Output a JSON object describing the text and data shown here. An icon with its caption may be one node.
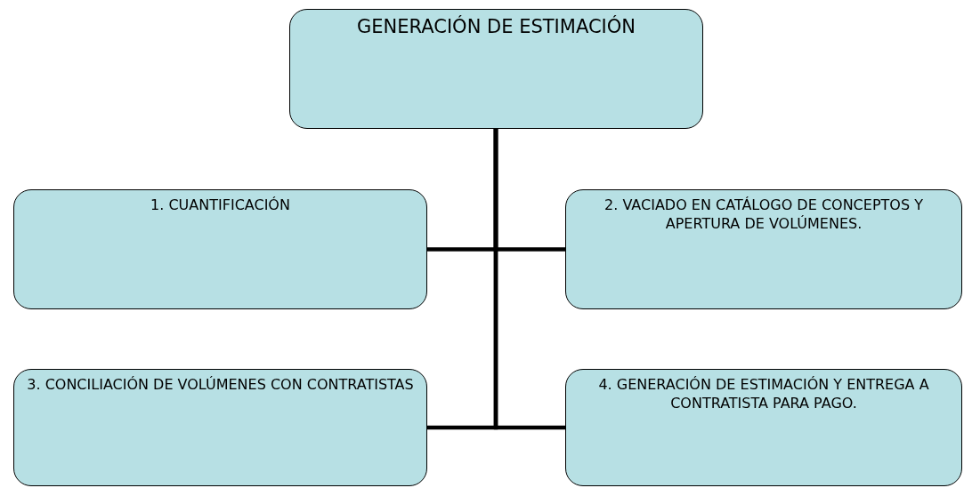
{
  "diagram": {
    "nodes": [
      {
        "text": [
          "GENERACIÓN DE ESTIMACIÓN"
        ]
      },
      {
        "text": [
          "1. CUANTIFICACIÓN"
        ]
      },
      {
        "text": [
          "2. VACIADO EN CATÁLOGO DE CONCEPTOS Y APERTURA DE VOLÚMENES."
        ]
      },
      {
        "text": [
          "3. CONCILIACIÓN DE VOLÚMENES CON CONTRATISTAS"
        ]
      },
      {
        "text": [
          "4. GENERACIÓN DE ESTIMACIÓN Y ENTREGA A CONTRATISTA PARA PAGO."
        ]
      }
    ],
    "edges": [
      {
        "from": 0,
        "to": 1,
        "arrow": "none"
      },
      {
        "from": 0,
        "to": 2,
        "arrow": "none"
      },
      {
        "from": 0,
        "to": 3,
        "arrow": "none"
      },
      {
        "from": 0,
        "to": 4,
        "arrow": "none"
      }
    ]
  }
}
